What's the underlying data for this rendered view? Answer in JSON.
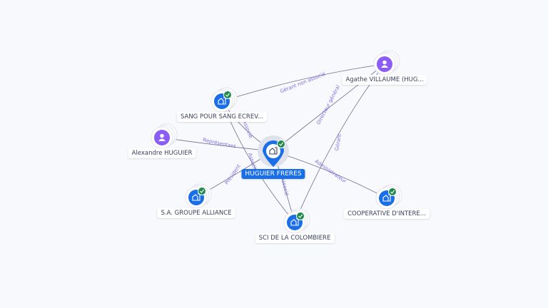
{
  "nodes": [
    {
      "id": "hf",
      "label": "HUGUIER FRERES",
      "type": "company",
      "verified": true,
      "main": true
    },
    {
      "id": "agathe",
      "label": "Agathe VILLAUME (HUG...",
      "type": "person"
    },
    {
      "id": "sang",
      "label": "SANG POUR SANG ECREV...",
      "type": "company",
      "verified": true
    },
    {
      "id": "alex",
      "label": "Alexandre HUGUIER",
      "type": "person"
    },
    {
      "id": "sa",
      "label": "S.A. GROUPE ALLIANCE",
      "type": "company",
      "verified": true
    },
    {
      "id": "sci",
      "label": "SCI DE LA COLOMBIERE",
      "type": "company",
      "verified": true
    },
    {
      "id": "coop",
      "label": "COOPERATIVE D'INTERE...",
      "type": "company",
      "verified": true
    }
  ],
  "edges": [
    {
      "from": "sang",
      "to": "agathe",
      "label": "Gérant non associé"
    },
    {
      "from": "hf",
      "to": "agathe",
      "label": "Directeur général"
    },
    {
      "from": "sci",
      "to": "agathe",
      "label": "Gérant"
    },
    {
      "from": "alex",
      "to": "hf",
      "label": "Représentant"
    },
    {
      "from": "sang",
      "to": "hf",
      "label": "Associé"
    },
    {
      "from": "sang",
      "to": "sci",
      "label": "Associé"
    },
    {
      "from": "sa",
      "to": "hf",
      "label": "Président"
    },
    {
      "from": "hf",
      "to": "sci",
      "label": "Associé"
    },
    {
      "from": "hf",
      "to": "coop",
      "label": "Administrateur"
    }
  ],
  "colors": {
    "company": "#1a6fe8",
    "person": "#8b5cf6",
    "verified": "#1f8a4c",
    "edge": "#6b7090",
    "edge_label": "#7a6fe0"
  }
}
